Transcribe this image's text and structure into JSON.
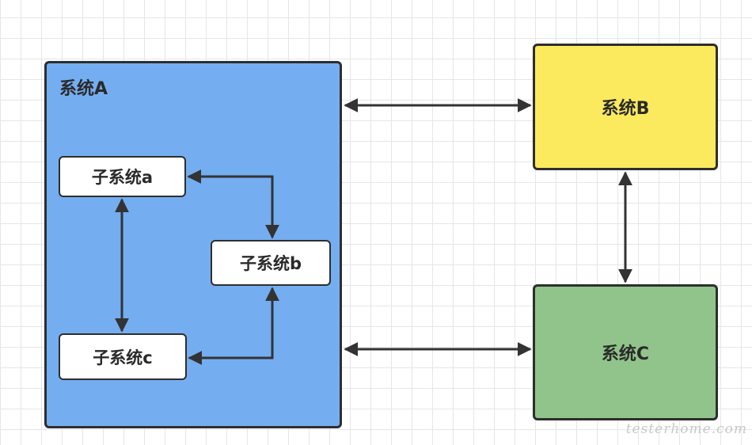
{
  "nodes": {
    "system_a": "系统A",
    "system_b": "系统B",
    "system_c": "系统C",
    "subsystem_a": "子系统a",
    "subsystem_b": "子系统b",
    "subsystem_c": "子系统c"
  },
  "colors": {
    "system_a": "#74aef0",
    "system_b": "#fbea5e",
    "system_c": "#91c48a",
    "subsystem": "#ffffff",
    "edge": "#333333"
  },
  "watermark": "testerhome.com"
}
